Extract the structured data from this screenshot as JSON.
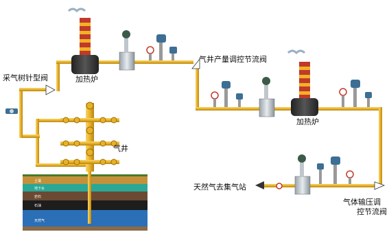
{
  "labels": {
    "tree_valve": "采气树针型阀",
    "furnace_1": "加热炉",
    "well_valve": "气井产量调控节流阀",
    "furnace_2": "加热炉",
    "gas_well": "气井",
    "to_station": "天然气去集气站",
    "press_valve_line1": "气体输压调",
    "press_valve_line2": "控节流阀"
  },
  "strata": [
    {
      "name": "土壤",
      "color": "#c4913a"
    },
    {
      "name": "地下水",
      "color": "#2aa897"
    },
    {
      "name": "岩石",
      "color": "#6b4a33"
    },
    {
      "name": "石油",
      "color": "#1d1d1d"
    },
    {
      "name": "天然气",
      "color": "#2b6fb6"
    }
  ],
  "colors": {
    "pipe": "#e8b12a",
    "pipe_edge": "#b88410",
    "furnace": "#3a3a3a",
    "chimney_red": "#c0392b",
    "chimney_yellow": "#f0b323"
  }
}
